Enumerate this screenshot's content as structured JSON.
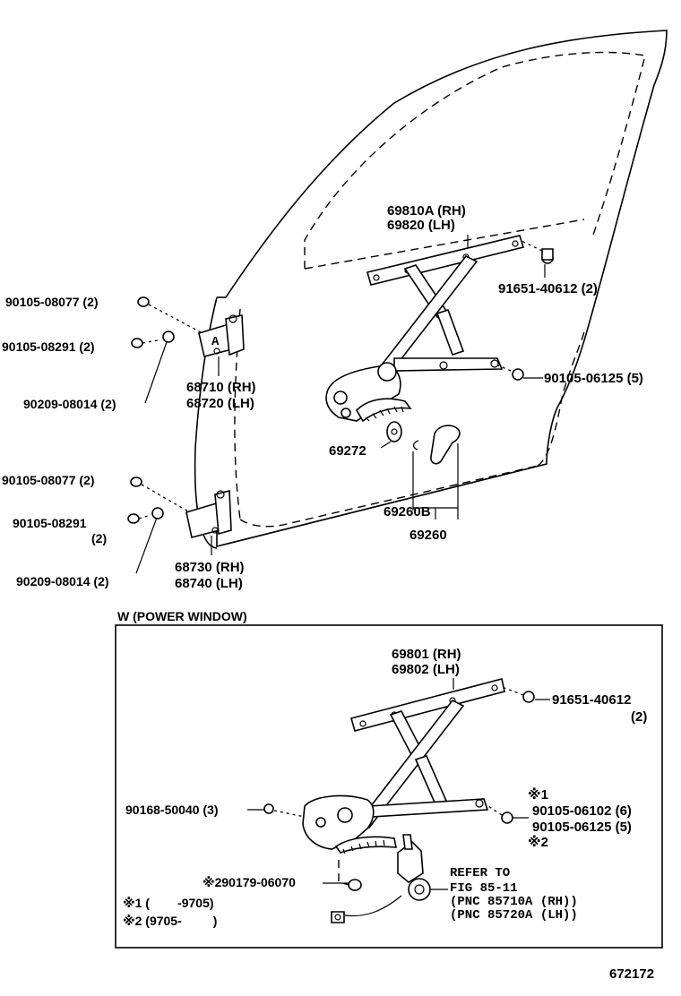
{
  "figure_number": "672172",
  "manual_window": {
    "regulator": {
      "line1": "69810A (RH)",
      "line2": "69820   (LH)"
    },
    "bolt_91651": "91651-40612 (2)",
    "bolt_90105_06125": "90105-06125 (5)",
    "part_69272": "69272",
    "handle": {
      "line1": "69260B",
      "line2": "69260"
    }
  },
  "upper_hinge": {
    "bolt_08077": "90105-08077 (2)",
    "bolt_08291": "90105-08291 (2)",
    "washer_08014": "90209-08014 (2)",
    "hinge": {
      "line1": "68710 (RH)",
      "line2": "68720 (LH)"
    }
  },
  "lower_hinge": {
    "bolt_08077": "90105-08077 (2)",
    "bolt_08291": "90105-08291",
    "bolt_08291_qty": "(2)",
    "washer_08014": "90209-08014 (2)",
    "hinge": {
      "line1": "68730 (RH)",
      "line2": "68740 (LH)"
    }
  },
  "power_window": {
    "title": "W (POWER WINDOW)",
    "regulator": {
      "line1": "69801 (RH)",
      "line2": "69802 (LH)"
    },
    "bolt_91651": "91651-40612",
    "bolt_91651_qty": "(2)",
    "bolt_90168": "90168-50040 (3)",
    "mark1": "※1",
    "bolt_06102": "90105-06102 (6)",
    "bolt_06125": "90105-06125 (5)",
    "mark2": "※2",
    "bolt_06070": "※290179-06070",
    "note1": "※1 (        -9705)",
    "note2": "※2 (9705-         )",
    "refer": {
      "line1": "REFER TO",
      "line2": "FIG 85-11",
      "line3": "(PNC 85710A (RH))",
      "line4": "(PNC 85720A (LH))"
    }
  }
}
